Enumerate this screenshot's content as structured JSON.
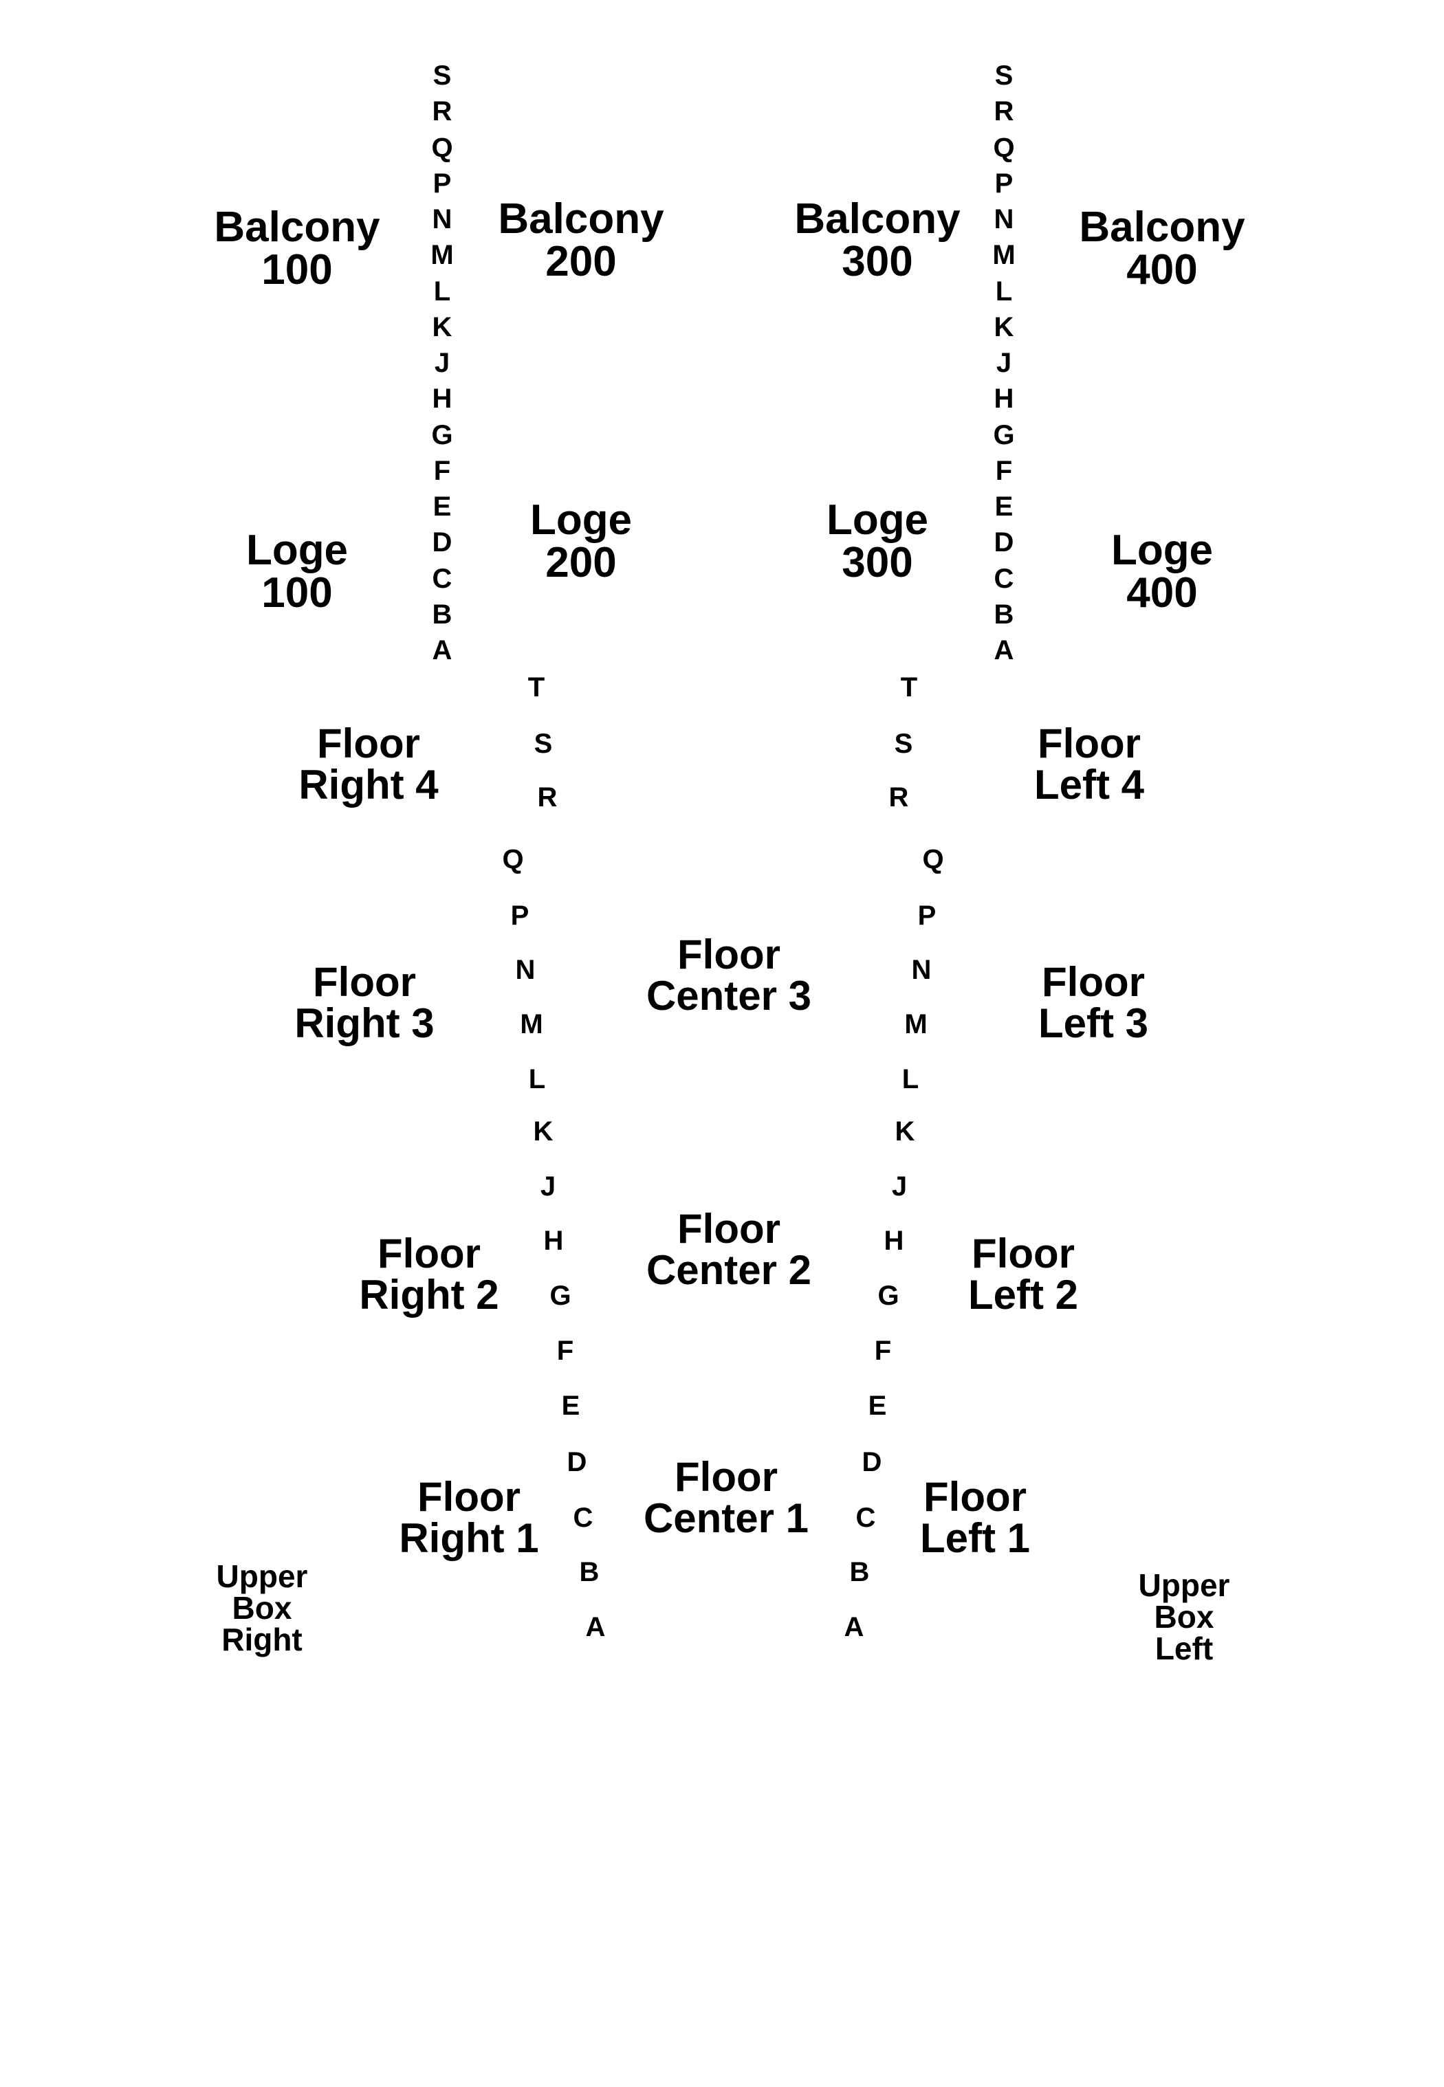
{
  "sections": [
    {
      "id": "balcony-100",
      "lines": [
        "Balcony",
        "100"
      ]
    },
    {
      "id": "balcony-200",
      "lines": [
        "Balcony",
        "200"
      ]
    },
    {
      "id": "balcony-300",
      "lines": [
        "Balcony",
        "300"
      ]
    },
    {
      "id": "balcony-400",
      "lines": [
        "Balcony",
        "400"
      ]
    },
    {
      "id": "loge-100",
      "lines": [
        "Loge",
        "100"
      ]
    },
    {
      "id": "loge-200",
      "lines": [
        "Loge",
        "200"
      ]
    },
    {
      "id": "loge-300",
      "lines": [
        "Loge",
        "300"
      ]
    },
    {
      "id": "loge-400",
      "lines": [
        "Loge",
        "400"
      ]
    },
    {
      "id": "floor-right-4",
      "lines": [
        "Floor",
        "Right 4"
      ]
    },
    {
      "id": "floor-left-4",
      "lines": [
        "Floor",
        "Left 4"
      ]
    },
    {
      "id": "floor-right-3",
      "lines": [
        "Floor",
        "Right 3"
      ]
    },
    {
      "id": "floor-center-3",
      "lines": [
        "Floor",
        "Center 3"
      ]
    },
    {
      "id": "floor-left-3",
      "lines": [
        "Floor",
        "Left 3"
      ]
    },
    {
      "id": "floor-right-2",
      "lines": [
        "Floor",
        "Right 2"
      ]
    },
    {
      "id": "floor-center-2",
      "lines": [
        "Floor",
        "Center 2"
      ]
    },
    {
      "id": "floor-left-2",
      "lines": [
        "Floor",
        "Left 2"
      ]
    },
    {
      "id": "floor-right-1",
      "lines": [
        "Floor",
        "Right 1"
      ]
    },
    {
      "id": "floor-center-1",
      "lines": [
        "Floor",
        "Center 1"
      ]
    },
    {
      "id": "floor-left-1",
      "lines": [
        "Floor",
        "Left 1"
      ]
    },
    {
      "id": "upper-box-right",
      "lines": [
        "Upper",
        "Box",
        "Right"
      ]
    },
    {
      "id": "upper-box-left",
      "lines": [
        "Upper",
        "Box",
        "Left"
      ]
    }
  ],
  "row_columns": [
    {
      "id": "balcony-loge-aisle-left",
      "letters": [
        "S",
        "R",
        "Q",
        "P",
        "N",
        "M",
        "L",
        "K",
        "J",
        "H",
        "G",
        "F",
        "E",
        "D",
        "C",
        "B",
        "A"
      ]
    },
    {
      "id": "balcony-loge-aisle-right",
      "letters": [
        "S",
        "R",
        "Q",
        "P",
        "N",
        "M",
        "L",
        "K",
        "J",
        "H",
        "G",
        "F",
        "E",
        "D",
        "C",
        "B",
        "A"
      ]
    },
    {
      "id": "floor-aisle-left",
      "letters": [
        "T",
        "S",
        "R",
        "Q",
        "P",
        "N",
        "M",
        "L",
        "K",
        "J",
        "H",
        "G",
        "F",
        "E",
        "D",
        "C",
        "B",
        "A"
      ]
    },
    {
      "id": "floor-aisle-right",
      "letters": [
        "T",
        "S",
        "R",
        "Q",
        "P",
        "N",
        "M",
        "L",
        "K",
        "J",
        "H",
        "G",
        "F",
        "E",
        "D",
        "C",
        "B",
        "A"
      ]
    }
  ]
}
